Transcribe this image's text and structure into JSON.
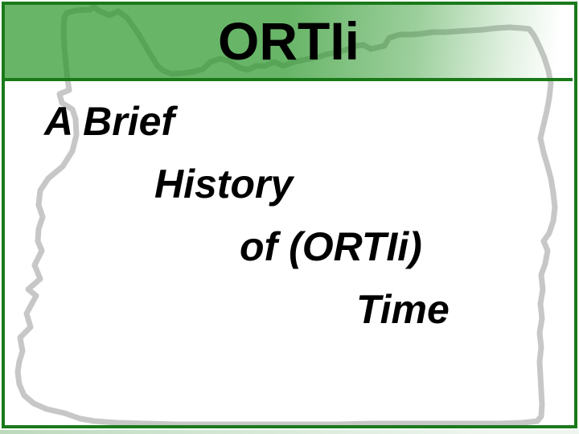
{
  "slide": {
    "kind": "presentation-slide"
  },
  "header": {
    "title": "ORTIi"
  },
  "body": {
    "lines": [
      {
        "text": "A Brief"
      },
      {
        "text": "History"
      },
      {
        "text": "of (ORTIi)"
      },
      {
        "text": "Time"
      }
    ]
  },
  "graphics": {
    "background_outline": "oregon-state-outline"
  },
  "colors": {
    "border_green": "#1a7a1a",
    "header_green": "#68b068",
    "outline_gray": "#c7c7c7",
    "title_text": "#000000",
    "body_text": "#000000",
    "bottom_strip": "#bcd9bc"
  }
}
